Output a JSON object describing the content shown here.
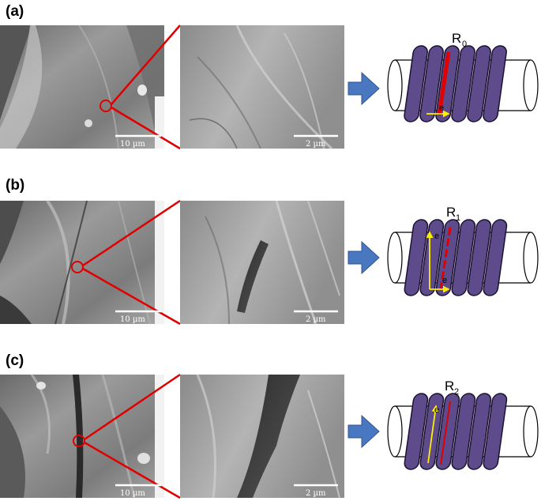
{
  "panels": [
    {
      "label": "(a)",
      "scale_left": "10 µm",
      "scale_right": "2 µm",
      "resistance": "R",
      "resistance_sub": "0",
      "electron_labels": [
        "e"
      ]
    },
    {
      "label": "(b)",
      "scale_left": "10 µm",
      "scale_right": "2 µm",
      "resistance": "R",
      "resistance_sub": "1",
      "electron_labels": [
        "e",
        "e"
      ]
    },
    {
      "label": "(c)",
      "scale_left": "10 µm",
      "scale_right": "2 µm",
      "resistance": "R",
      "resistance_sub": "2",
      "electron_labels": [
        "e"
      ]
    }
  ],
  "colors": {
    "coil": "#5e4b8b",
    "coil_stroke": "#1a1030",
    "crack": "#e00000",
    "electron_path": "#ffee00",
    "arrow": "#4a78c0",
    "zoom_lines": "#e00000"
  }
}
